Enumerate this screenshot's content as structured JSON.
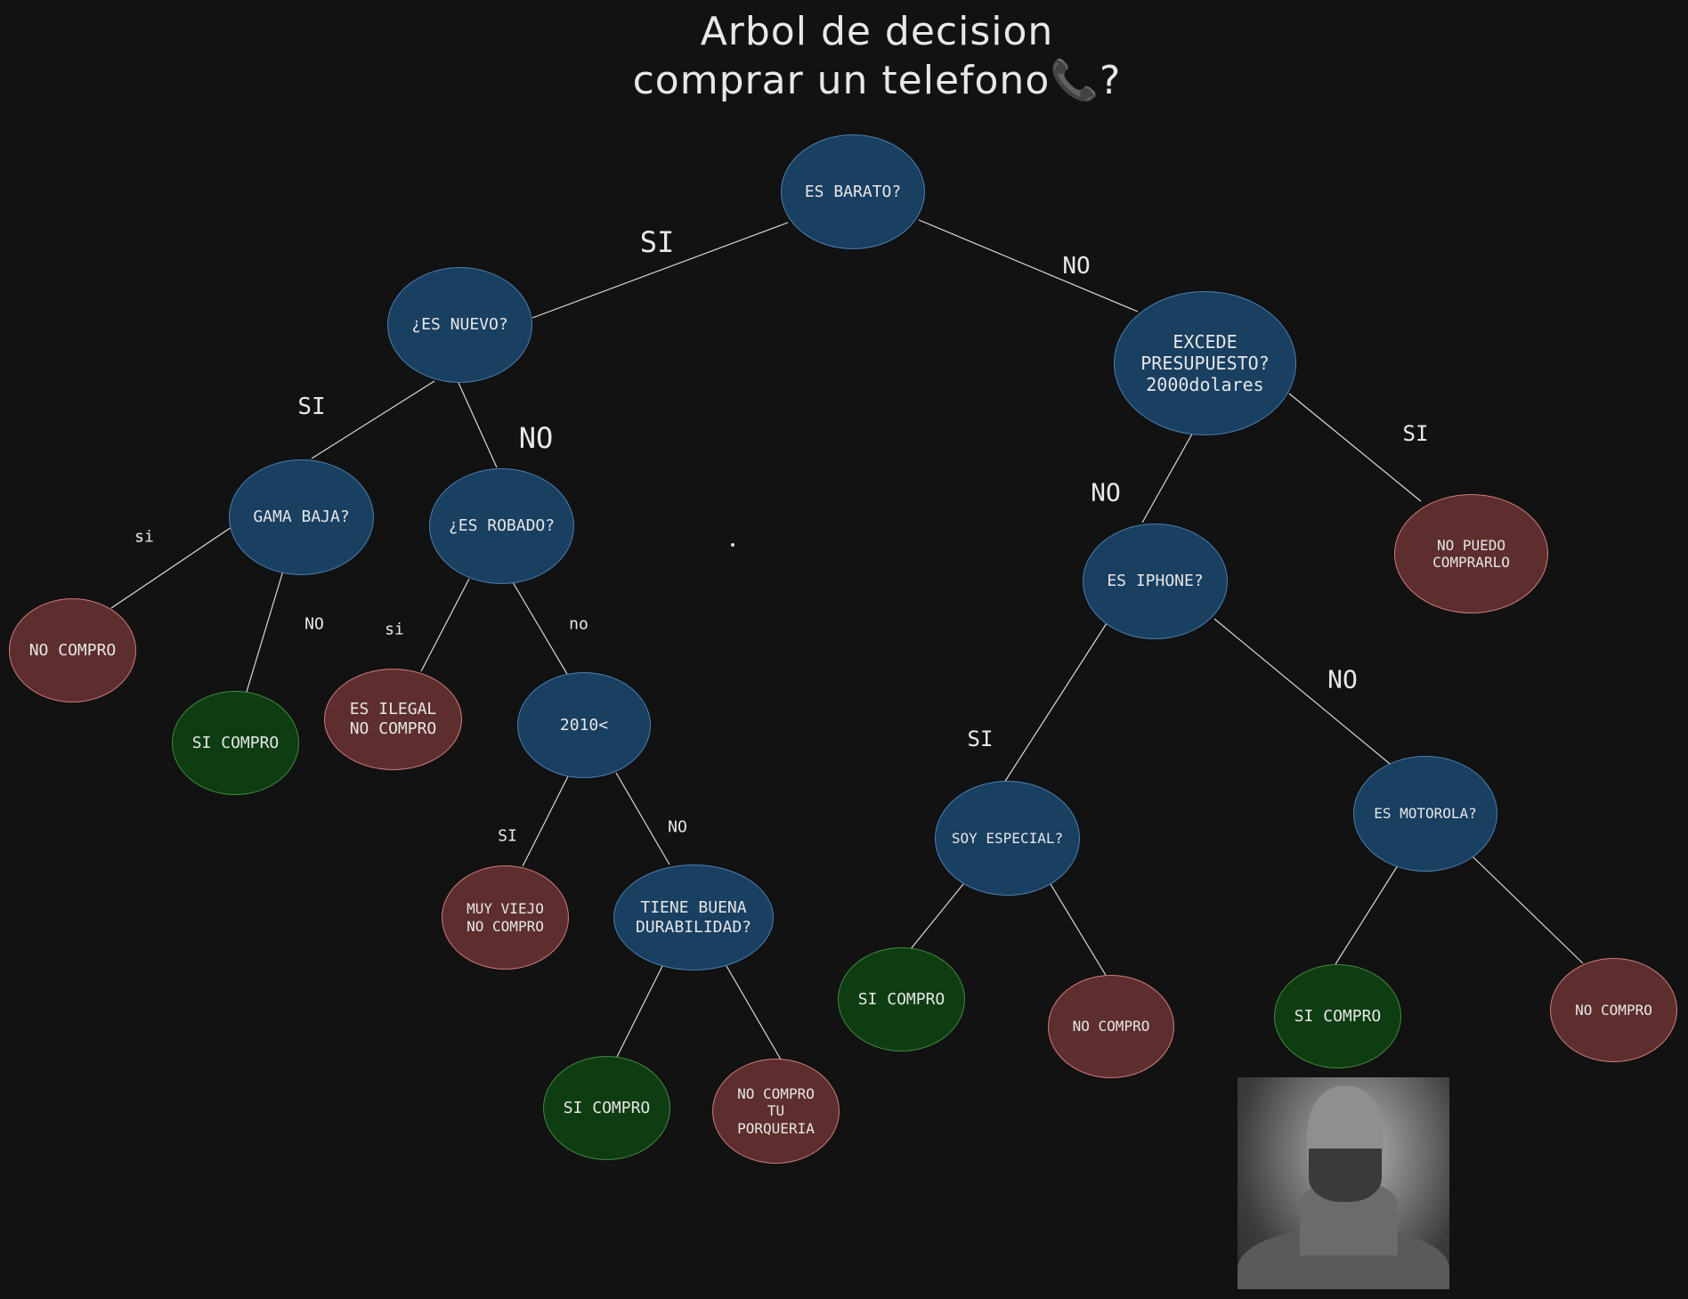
{
  "title": {
    "line1": "Arbol de decision",
    "line2": "comprar un telefono",
    "emoji": "📞",
    "end": "?"
  },
  "colors": {
    "background": "#121212",
    "decision": "#193f61",
    "outcome_no": "#5e2e2e",
    "outcome_yes": "#0f3d12",
    "edge": "#d9d9d9"
  },
  "nodes": {
    "es_barato": "ES BARATO?",
    "es_nuevo": "¿ES NUEVO?",
    "excede": "EXCEDE\nPRESUPUESTO?\n2000dolares",
    "gama_baja": "GAMA BAJA?",
    "es_robado": "¿ES ROBADO?",
    "no_compro_1": "NO COMPRO",
    "si_compro_1": "SI COMPRO",
    "es_ilegal": "ES ILEGAL\nNO COMPRO",
    "year_2010": "2010<",
    "muy_viejo": "MUY VIEJO\nNO COMPRO",
    "durabilidad": "TIENE BUENA\nDURABILIDAD?",
    "si_compro_2": "SI COMPRO",
    "no_compro_porqueria": "NO COMPRO\nTU\nPORQUERIA",
    "es_iphone": "ES IPHONE?",
    "no_puedo": "NO PUEDO\nCOMPRARLO",
    "soy_especial": "SOY ESPECIAL?",
    "es_motorola": "ES MOTOROLA?",
    "si_compro_3": "SI COMPRO",
    "no_compro_3": "NO COMPRO",
    "si_compro_4": "SI COMPRO",
    "no_compro_4": "NO COMPRO"
  },
  "edge_labels": {
    "barato_si": "SI",
    "barato_no": "NO",
    "nuevo_si": "SI",
    "nuevo_no": "NO",
    "gama_si": "si",
    "gama_no": "NO",
    "robado_si": "si",
    "robado_no": "no",
    "y2010_si": "SI",
    "y2010_no": "NO",
    "excede_no": "NO",
    "excede_si": "SI",
    "iphone_si": "SI",
    "iphone_no": "NO"
  },
  "image": {
    "icon": "gigachad-meme-photo"
  }
}
